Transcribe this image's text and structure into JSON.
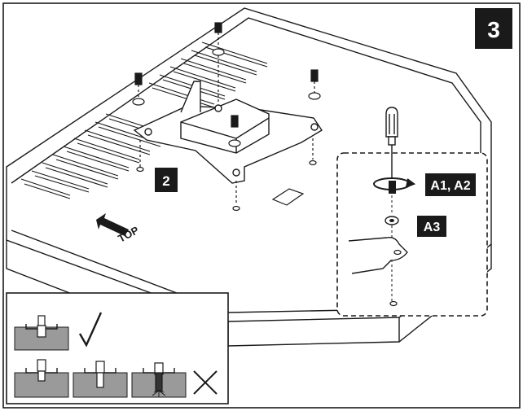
{
  "step": {
    "number": "3"
  },
  "labels": {
    "bracket": "2",
    "tighten": "A1, A2",
    "washer": "A3",
    "orientation": "TOP"
  },
  "check": {
    "ok_symbol": "✓",
    "bad_symbol": "✕"
  },
  "colors": {
    "label_bg": "#1a1a1a",
    "label_fg": "#ffffff",
    "line": "#1a1a1a",
    "panel_fill": "#9a9a9a"
  },
  "icons": [
    "screwdriver-icon",
    "rotation-arrow-icon",
    "top-arrow-icon",
    "checkmark-icon",
    "cross-icon"
  ]
}
